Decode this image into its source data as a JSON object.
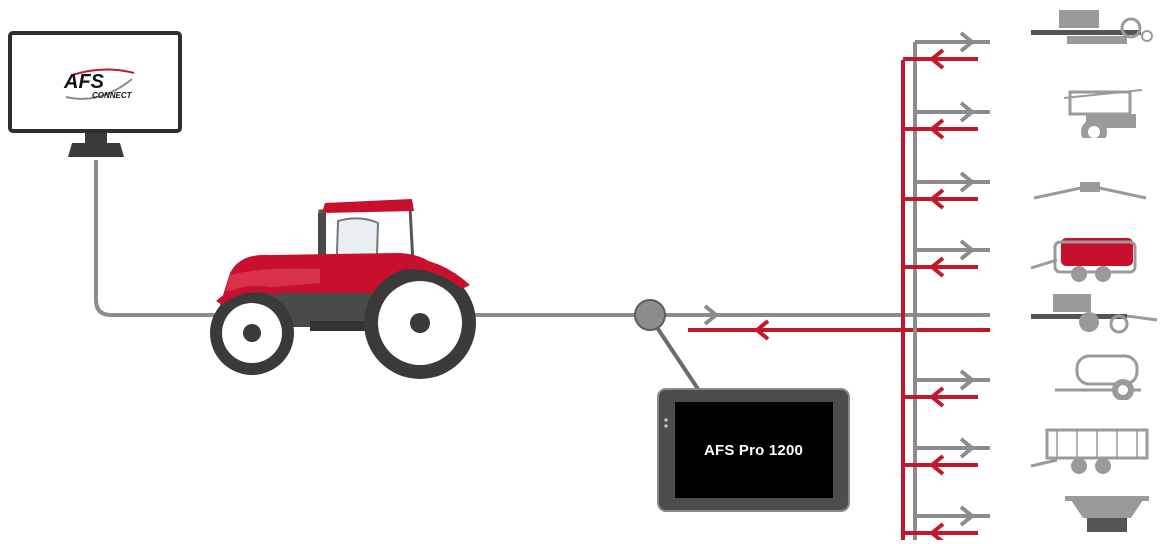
{
  "monitor": {
    "logo_main": "AFS",
    "logo_sub": "CONNECT",
    "icon": "monitor-icon"
  },
  "terminal": {
    "label": "AFS Pro 1200",
    "icon": "tablet-terminal-icon"
  },
  "tractor": {
    "icon": "tractor-icon"
  },
  "connector": {
    "icon": "connection-hub-icon"
  },
  "colors": {
    "line_gray": "#8c8c8c",
    "line_red": "#c0182d",
    "tractor_red": "#c8102e",
    "dark_gray": "#3c3c3c",
    "implement_gray": "#9a9a9a"
  },
  "implements": [
    {
      "name": "air-seeder-icon"
    },
    {
      "name": "sprayer-icon"
    },
    {
      "name": "boom-icon"
    },
    {
      "name": "large-square-baler-icon"
    },
    {
      "name": "seed-drill-icon"
    },
    {
      "name": "slurry-tanker-icon"
    },
    {
      "name": "forage-wagon-icon"
    },
    {
      "name": "fertilizer-spreader-icon"
    }
  ]
}
